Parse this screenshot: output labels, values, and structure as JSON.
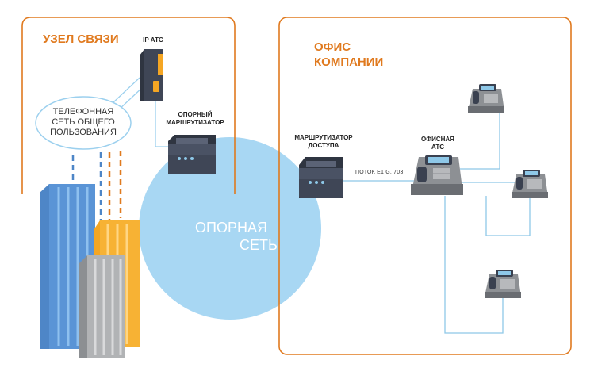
{
  "node_section": {
    "title": "УЗЕЛ СВЯЗИ"
  },
  "office_section": {
    "title_line1": "ОФИС",
    "title_line2": "КОМПАНИИ"
  },
  "ip_pbx": {
    "label": "IP АТС"
  },
  "core_router": {
    "label_line1": "ОПОРНЫЙ",
    "label_line2": "МАРШРУТИЗАТОР"
  },
  "pstn": {
    "label_line1": "ТЕЛЕФОННАЯ",
    "label_line2": "СЕТЬ ОБЩЕГО",
    "label_line3": "ПОЛЬЗОВАНИЯ"
  },
  "backbone": {
    "label_line1": "ОПОРНАЯ",
    "label_line2": "СЕТЬ"
  },
  "access_router": {
    "label_line1": "МАРШРУТИЗАТОР",
    "label_line2": "ДОСТУПА"
  },
  "office_pbx": {
    "label_line1": "ОФИСНАЯ",
    "label_line2": "АТС"
  },
  "stream": {
    "label": "ПОТОК E1 G, 703"
  },
  "colors": {
    "accent": "#e07a1f",
    "link": "#8ec8e8",
    "cloud": "#a6d6f2",
    "device": "#3a4150"
  }
}
